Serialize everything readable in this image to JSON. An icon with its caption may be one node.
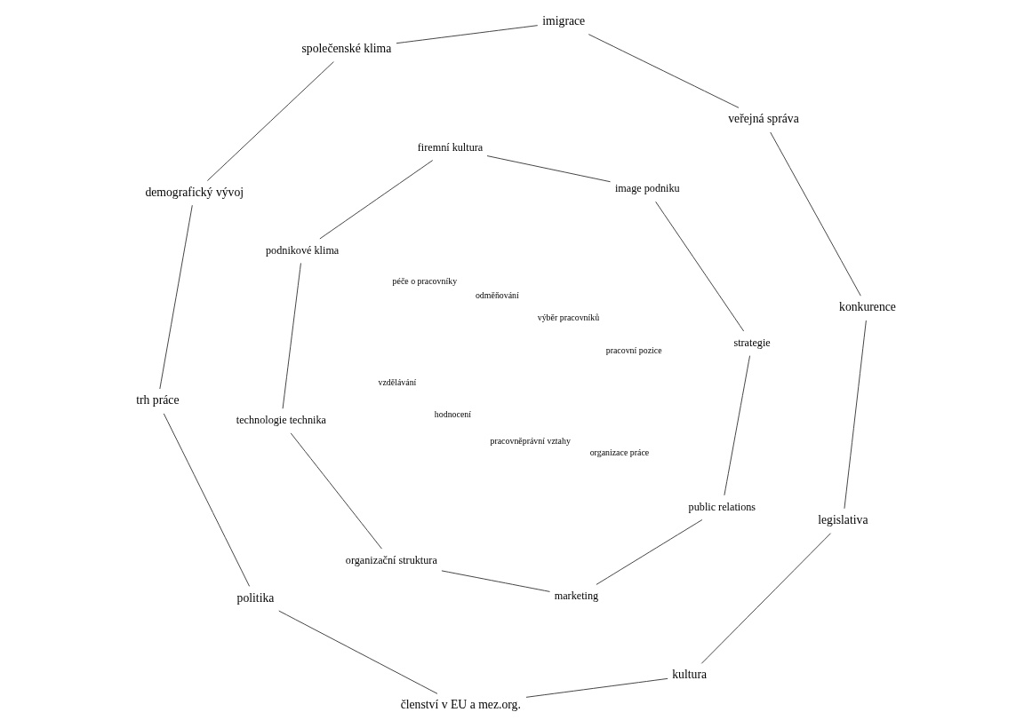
{
  "diagram": {
    "nodes": [
      {
        "text": [
          "legislativa"
        ]
      },
      {
        "text": [
          "kultura"
        ]
      },
      {
        "text": [
          "konkurence"
        ]
      },
      {
        "text": [
          "organizační struktura"
        ]
      },
      {
        "text": [
          "marketing"
        ]
      },
      {
        "text": [
          "členství v EU a mez.org."
        ]
      },
      {
        "text": [
          "technologie technika"
        ]
      },
      {
        "text": [
          "public relations"
        ]
      },
      {
        "text": [
          "veřejná správa"
        ]
      },
      {
        "text": [
          "politika"
        ]
      },
      {
        "text": [
          "podnikové klima"
        ]
      },
      {
        "text": [
          "strategie"
        ]
      },
      {
        "text": [
          "imigrace"
        ]
      },
      {
        "text": [
          "firemní kultura"
        ]
      },
      {
        "text": [
          "image podniku"
        ]
      },
      {
        "text": [
          "trh práce"
        ]
      },
      {
        "text": [
          "společenské klima"
        ]
      },
      {
        "text": [
          "demografický vývoj"
        ]
      }
    ],
    "edges": [
      {
        "from": 0,
        "to": 1,
        "arrow": "none"
      },
      {
        "from": 1,
        "to": 5,
        "arrow": "none"
      },
      {
        "from": 5,
        "to": 9,
        "arrow": "none"
      },
      {
        "from": 9,
        "to": 15,
        "arrow": "none"
      },
      {
        "from": 15,
        "to": 17,
        "arrow": "none"
      },
      {
        "from": 17,
        "to": 16,
        "arrow": "none"
      },
      {
        "from": 16,
        "to": 12,
        "arrow": "none"
      },
      {
        "from": 12,
        "to": 8,
        "arrow": "none"
      },
      {
        "from": 8,
        "to": 2,
        "arrow": "none"
      },
      {
        "from": 2,
        "to": 0,
        "arrow": "none"
      },
      {
        "from": 3,
        "to": 4,
        "arrow": "none"
      },
      {
        "from": 4,
        "to": 7,
        "arrow": "none"
      },
      {
        "from": 7,
        "to": 11,
        "arrow": "none"
      },
      {
        "from": 11,
        "to": 14,
        "arrow": "none"
      },
      {
        "from": 14,
        "to": 13,
        "arrow": "none"
      },
      {
        "from": 13,
        "to": 10,
        "arrow": "none"
      },
      {
        "from": 10,
        "to": 6,
        "arrow": "none"
      },
      {
        "from": 6,
        "to": 3,
        "arrow": "none"
      }
    ],
    "labels": [
      "vzdělávání",
      "péče o pracovníky",
      "hodnocení",
      "odměňování",
      "pracovněprávní vztahy",
      "výběr pracovníků",
      "organizace práce",
      "pracovní pozice"
    ]
  }
}
